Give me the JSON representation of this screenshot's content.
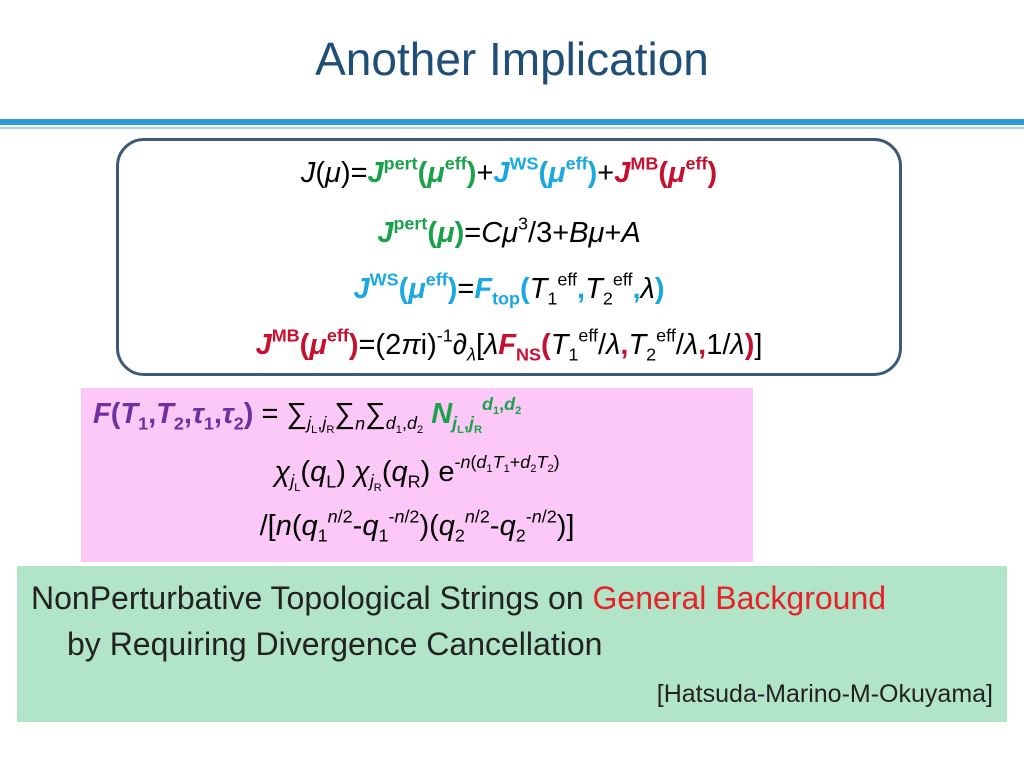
{
  "slide": {
    "title": "Another Implication",
    "summary": {
      "line1_prefix": "NonPerturbative Topological Strings on ",
      "line1_highlight": "General Background",
      "line2": "by Requiring Divergence Cancellation",
      "citation": "[Hatsuda-Marino-M-Okuyama]"
    }
  },
  "colors": {
    "title": "#1f4e79",
    "accent_rule": "#2a9ccf",
    "pert_green": "#1aa24a",
    "ws_cyan": "#19a9e0",
    "mb_red": "#c8102e",
    "f_purple": "#7030a0",
    "pink_box": "#fbc8f7",
    "green_box": "#b2e5c8",
    "highlight_red": "#e8202a"
  }
}
